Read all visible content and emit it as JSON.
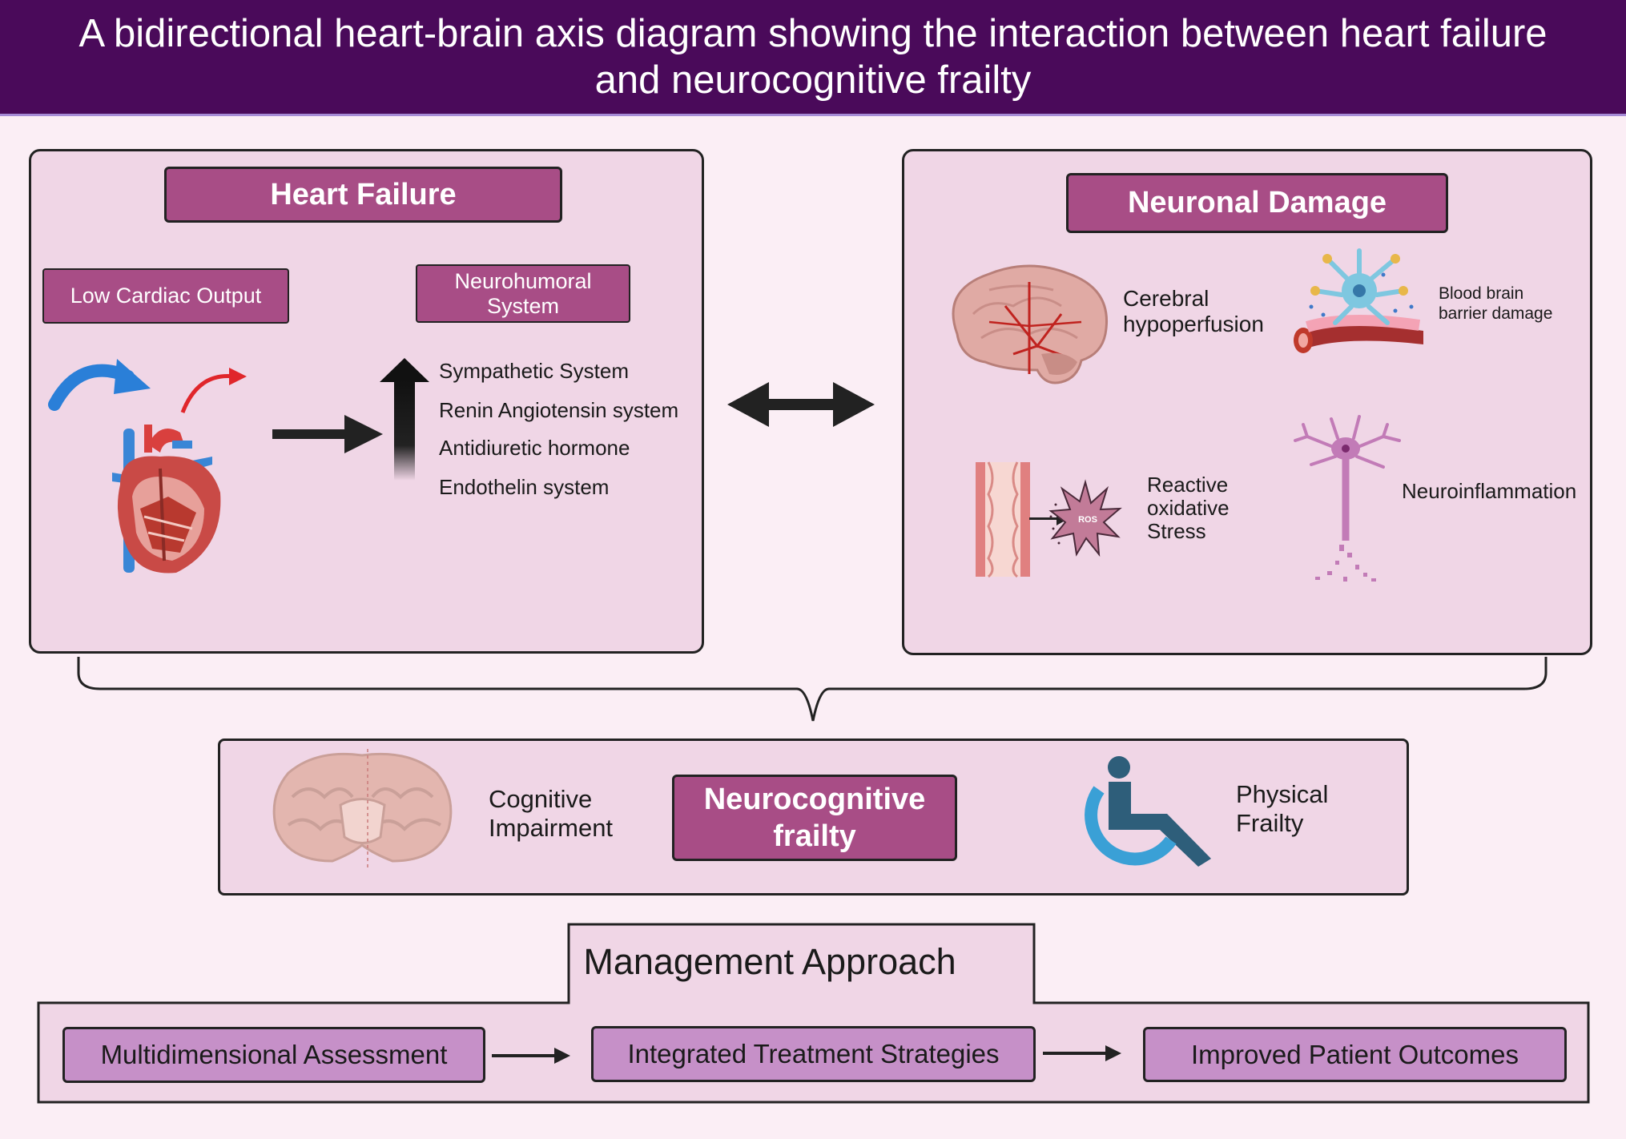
{
  "title": "A bidirectional heart-brain axis diagram showing the interaction between heart failure and neurocognitive frailty",
  "heart_failure": {
    "header": "Heart Failure",
    "low_cardiac_output": "Low Cardiac Output",
    "neurohumoral": "Neurohumoral System",
    "systems": [
      "Sympathetic System",
      "Renin Angiotensin system",
      "Antidiuretic hormone",
      "Endothelin system"
    ]
  },
  "neuronal_damage": {
    "header": "Neuronal Damage",
    "cerebral": "Cerebral hypoperfusion",
    "bbb": "Blood brain barrier damage",
    "ros_label": "ROS",
    "oxidative": "Reactive oxidative Stress",
    "neuroinflammation": "Neuroinflammation"
  },
  "neurocognitive": {
    "header": "Neurocognitive frailty",
    "cognitive": "Cognitive Impairment",
    "physical": "Physical Frailty"
  },
  "management": {
    "header": "Management Approach",
    "steps": [
      "Multidimensional Assessment",
      "Integrated Treatment Strategies",
      "Improved Patient Outcomes"
    ]
  },
  "colors": {
    "banner": "#4a0a5a",
    "panel": "#f0d6e6",
    "header_box": "#a84d86",
    "management_box": "#c690c8",
    "background": "#fbeef5"
  }
}
